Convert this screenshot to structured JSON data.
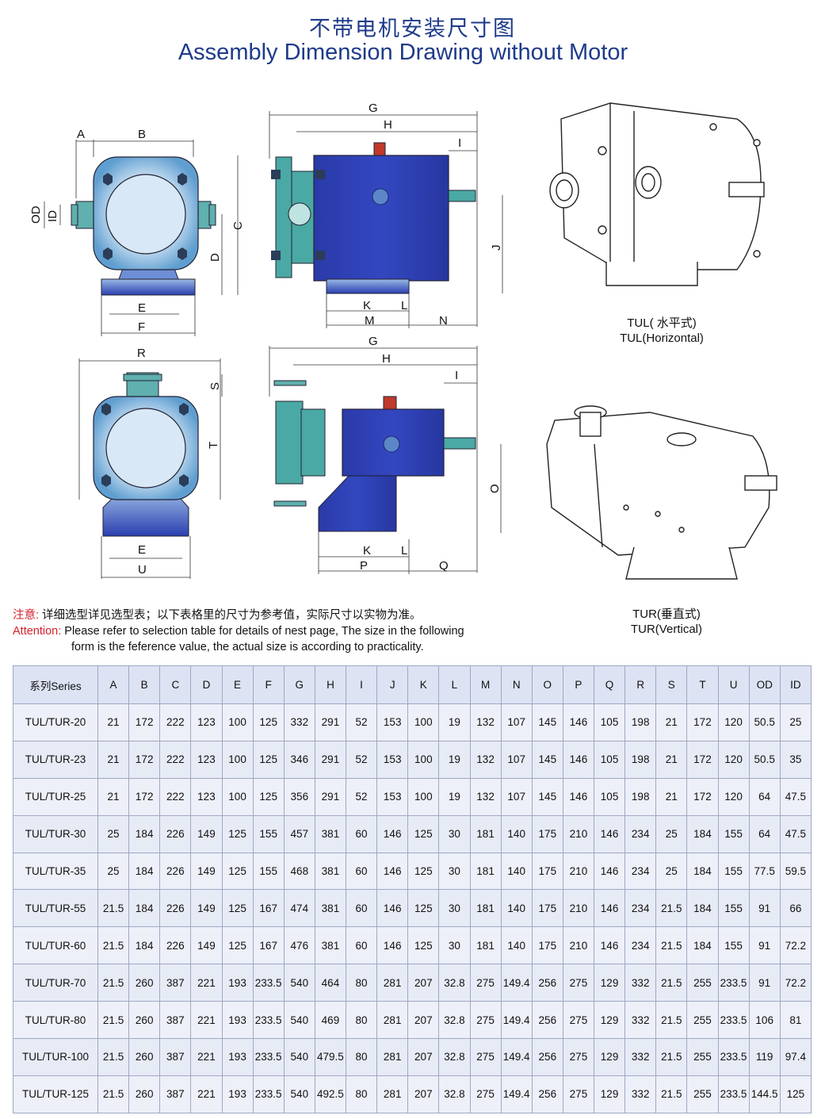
{
  "title_cn": "不带电机安装尺寸图",
  "title_en": "Assembly Dimension Drawing without Motor",
  "drawing_labels": {
    "top_left": {
      "A": "A",
      "B": "B",
      "C": "C",
      "D": "D",
      "OD": "OD",
      "ID": "ID",
      "E": "E",
      "F": "F"
    },
    "top_middle": {
      "G": "G",
      "H": "H",
      "I": "I",
      "J": "J",
      "K": "K",
      "L": "L",
      "M": "M",
      "N": "N"
    },
    "bottom_left": {
      "R": "R",
      "S": "S",
      "T": "T",
      "E": "E",
      "U": "U"
    },
    "bottom_middle": {
      "G": "G",
      "H": "H",
      "I": "I",
      "O": "O",
      "K": "K",
      "L": "L",
      "P": "P",
      "Q": "Q"
    }
  },
  "captions": {
    "horizontal_cn": "TUL( 水平式)",
    "horizontal_en": "TUL(Horizontal)",
    "vertical_cn": "TUR(垂直式)",
    "vertical_en": "TUR(Vertical)"
  },
  "note": {
    "cn_label": "注意:",
    "cn_text": " 详细选型详见选型表；以下表格里的尺寸为参考值，实际尺寸以实物为准。",
    "en_label": "Attention:",
    "en_line1": " Please refer to selection table for details of nest page, The size in the following",
    "en_line2": "form is the feference value, the actual size is according to practicality."
  },
  "table": {
    "headers": [
      "系列Series",
      "A",
      "B",
      "C",
      "D",
      "E",
      "F",
      "G",
      "H",
      "I",
      "J",
      "K",
      "L",
      "M",
      "N",
      "O",
      "P",
      "Q",
      "R",
      "S",
      "T",
      "U",
      "OD",
      "ID"
    ],
    "rows": [
      [
        "TUL/TUR-20",
        "21",
        "172",
        "222",
        "123",
        "100",
        "125",
        "332",
        "291",
        "52",
        "153",
        "100",
        "19",
        "132",
        "107",
        "145",
        "146",
        "105",
        "198",
        "21",
        "172",
        "120",
        "50.5",
        "25"
      ],
      [
        "TUL/TUR-23",
        "21",
        "172",
        "222",
        "123",
        "100",
        "125",
        "346",
        "291",
        "52",
        "153",
        "100",
        "19",
        "132",
        "107",
        "145",
        "146",
        "105",
        "198",
        "21",
        "172",
        "120",
        "50.5",
        "35"
      ],
      [
        "TUL/TUR-25",
        "21",
        "172",
        "222",
        "123",
        "100",
        "125",
        "356",
        "291",
        "52",
        "153",
        "100",
        "19",
        "132",
        "107",
        "145",
        "146",
        "105",
        "198",
        "21",
        "172",
        "120",
        "64",
        "47.5"
      ],
      [
        "TUL/TUR-30",
        "25",
        "184",
        "226",
        "149",
        "125",
        "155",
        "457",
        "381",
        "60",
        "146",
        "125",
        "30",
        "181",
        "140",
        "175",
        "210",
        "146",
        "234",
        "25",
        "184",
        "155",
        "64",
        "47.5"
      ],
      [
        "TUL/TUR-35",
        "25",
        "184",
        "226",
        "149",
        "125",
        "155",
        "468",
        "381",
        "60",
        "146",
        "125",
        "30",
        "181",
        "140",
        "175",
        "210",
        "146",
        "234",
        "25",
        "184",
        "155",
        "77.5",
        "59.5"
      ],
      [
        "TUL/TUR-55",
        "21.5",
        "184",
        "226",
        "149",
        "125",
        "167",
        "474",
        "381",
        "60",
        "146",
        "125",
        "30",
        "181",
        "140",
        "175",
        "210",
        "146",
        "234",
        "21.5",
        "184",
        "155",
        "91",
        "66"
      ],
      [
        "TUL/TUR-60",
        "21.5",
        "184",
        "226",
        "149",
        "125",
        "167",
        "476",
        "381",
        "60",
        "146",
        "125",
        "30",
        "181",
        "140",
        "175",
        "210",
        "146",
        "234",
        "21.5",
        "184",
        "155",
        "91",
        "72.2"
      ],
      [
        "TUL/TUR-70",
        "21.5",
        "260",
        "387",
        "221",
        "193",
        "233.5",
        "540",
        "464",
        "80",
        "281",
        "207",
        "32.8",
        "275",
        "149.4",
        "256",
        "275",
        "129",
        "332",
        "21.5",
        "255",
        "233.5",
        "91",
        "72.2"
      ],
      [
        "TUL/TUR-80",
        "21.5",
        "260",
        "387",
        "221",
        "193",
        "233.5",
        "540",
        "469",
        "80",
        "281",
        "207",
        "32.8",
        "275",
        "149.4",
        "256",
        "275",
        "129",
        "332",
        "21.5",
        "255",
        "233.5",
        "106",
        "81"
      ],
      [
        "TUL/TUR-100",
        "21.5",
        "260",
        "387",
        "221",
        "193",
        "233.5",
        "540",
        "479.5",
        "80",
        "281",
        "207",
        "32.8",
        "275",
        "149.4",
        "256",
        "275",
        "129",
        "332",
        "21.5",
        "255",
        "233.5",
        "119",
        "97.4"
      ],
      [
        "TUL/TUR-125",
        "21.5",
        "260",
        "387",
        "221",
        "193",
        "233.5",
        "540",
        "492.5",
        "80",
        "281",
        "207",
        "32.8",
        "275",
        "149.4",
        "256",
        "275",
        "129",
        "332",
        "21.5",
        "255",
        "233.5",
        "144.5",
        "125"
      ]
    ]
  },
  "colors": {
    "title": "#1e3a8a",
    "attention": "#d4202c",
    "pump_blue": "#2f3fb0",
    "pipe_teal": "#4aa9a4",
    "table_head": "#dde3f3"
  }
}
